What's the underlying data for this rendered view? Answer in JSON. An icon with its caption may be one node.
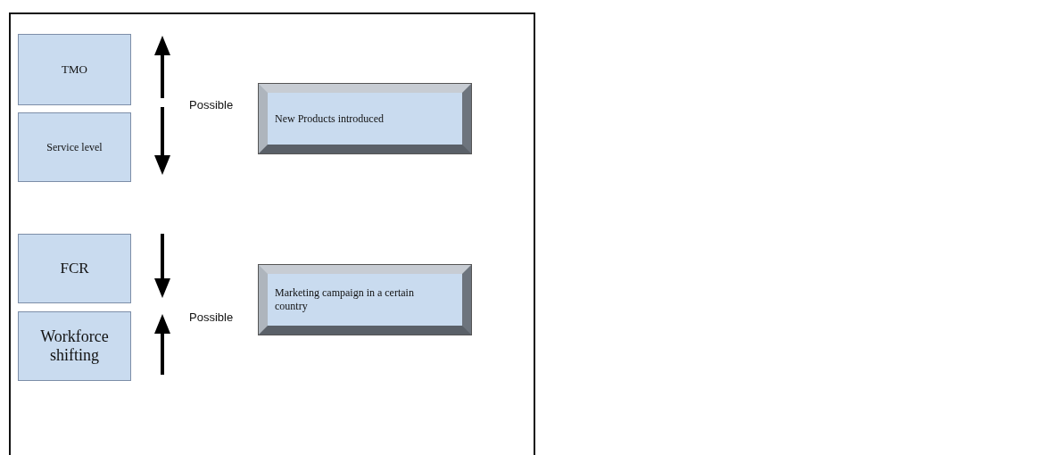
{
  "diagram": {
    "nodes": [
      {
        "text": [
          "TMO"
        ]
      },
      {
        "text": [
          "Service level"
        ]
      },
      {
        "text": [
          "New Products introduced"
        ]
      },
      {
        "text": [
          "FCR"
        ]
      },
      {
        "text": [
          "Workforce shifting"
        ]
      },
      {
        "text": [
          "Marketing campaign in a certain country"
        ]
      }
    ],
    "labels": [
      "Possible",
      "Possible"
    ]
  }
}
